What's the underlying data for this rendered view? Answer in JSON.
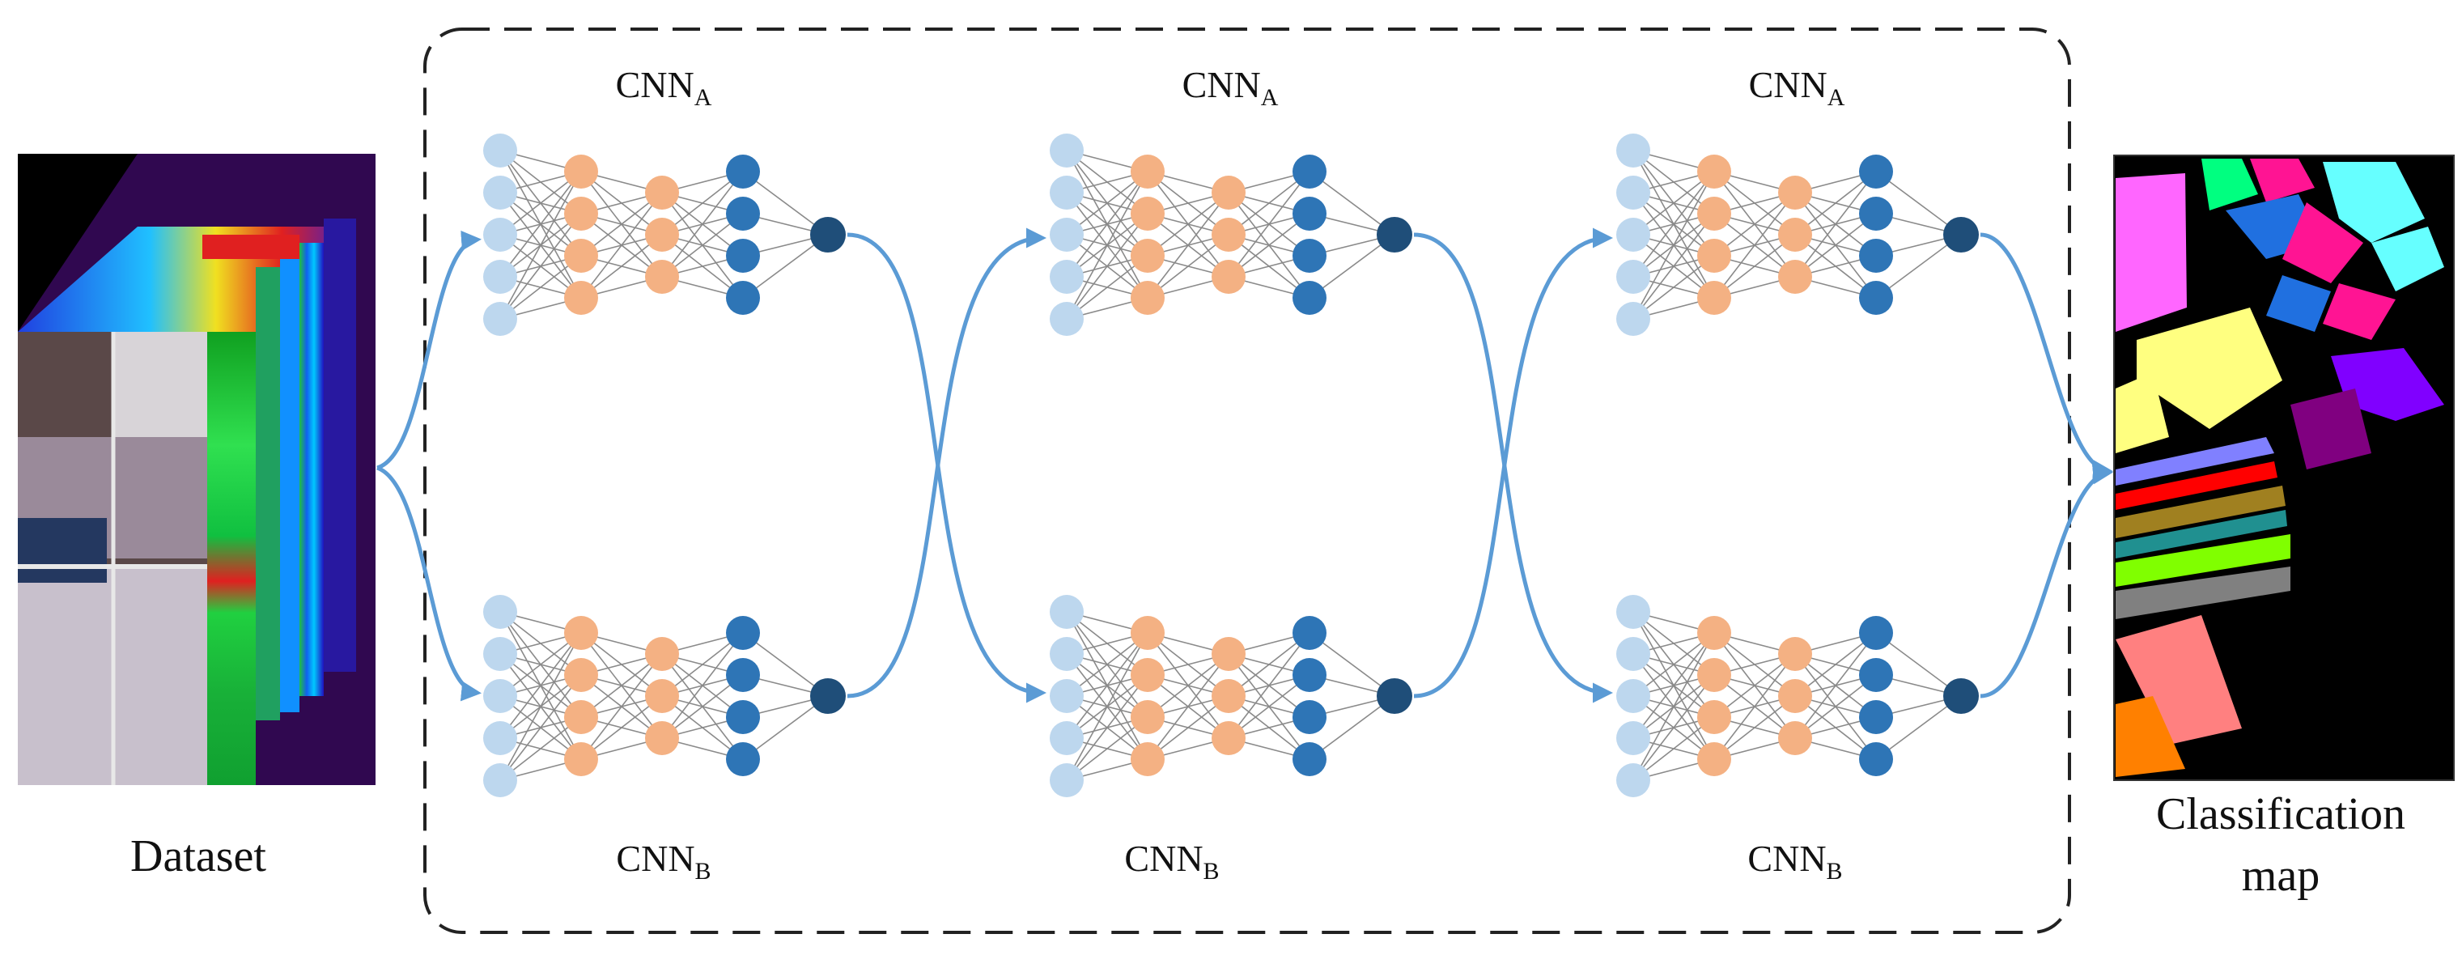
{
  "dataset_label": "Dataset",
  "output_label_line1": "Classification",
  "output_label_line2": "map",
  "network_base": "CNN",
  "network_a_sub": "A",
  "network_b_sub": "B",
  "colors": {
    "input_node": "#bdd7ee",
    "hidden_node": "#f4b183",
    "deep_node": "#2e75b6",
    "output_node": "#1f4e79",
    "edge": "#8a8a8a",
    "arrow": "#5b9bd5",
    "frame": "#222222"
  },
  "layer_sizes": [
    5,
    4,
    3,
    4,
    1
  ],
  "stages": 3,
  "icons": {
    "dataset": "hyperspectral-cube-icon",
    "output": "classification-map-icon"
  }
}
